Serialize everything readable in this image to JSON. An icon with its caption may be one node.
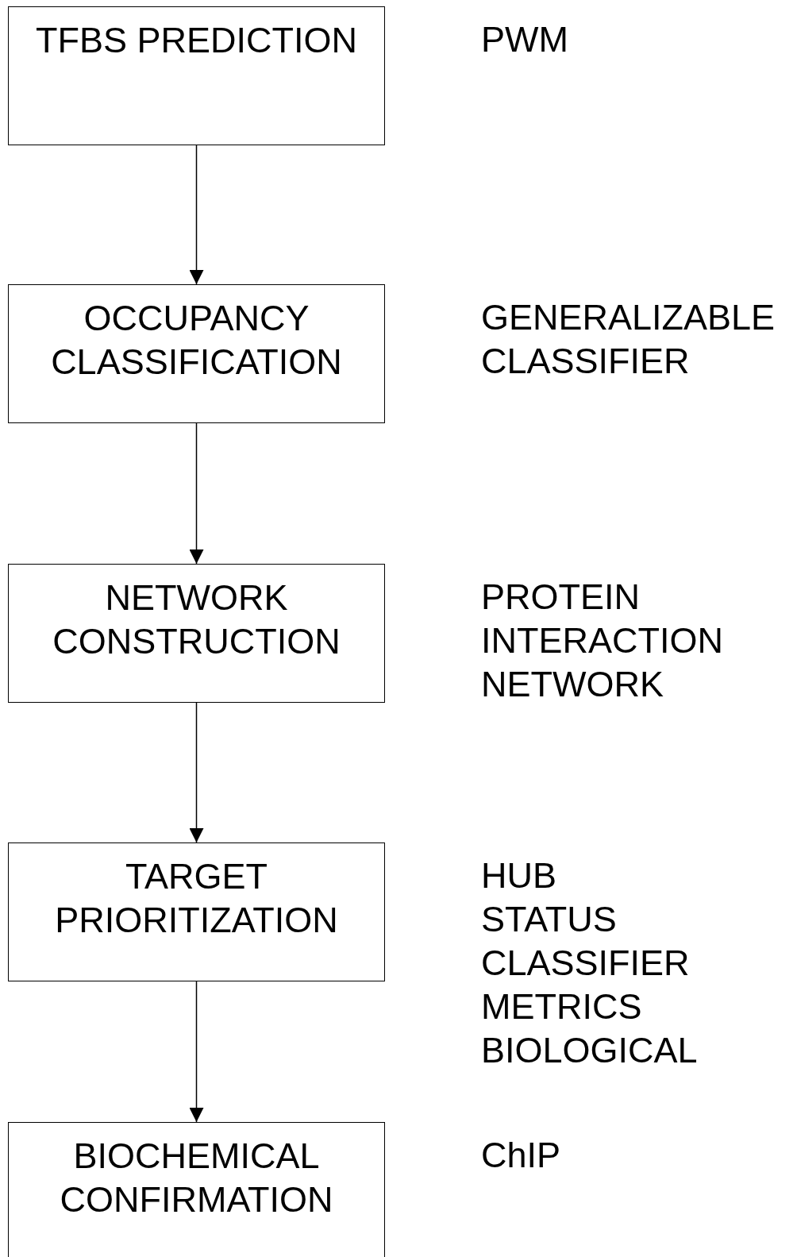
{
  "diagram": {
    "nodes": [
      {
        "text": [
          "TFBS PREDICTION"
        ],
        "beside": [
          "PWM"
        ]
      },
      {
        "text": [
          "OCCUPANCY CLASSIFICATION"
        ],
        "beside": [
          "GENERALIZABLE CLASSIFIER"
        ]
      },
      {
        "text": [
          "NETWORK CONSTRUCTION"
        ],
        "beside": [
          "PROTEIN INTERACTION NETWORK"
        ]
      },
      {
        "text": [
          "TARGET PRIORITIZATION"
        ],
        "beside": [
          "HUB STATUS CLASSIFIER METRICS BIOLOGICAL"
        ]
      },
      {
        "text": [
          "BIOCHEMICAL CONFIRMATION"
        ],
        "beside": [
          "ChIP"
        ]
      }
    ],
    "edges": [
      {
        "from": 0,
        "to": 1,
        "arrow": "to"
      },
      {
        "from": 1,
        "to": 2,
        "arrow": "to"
      },
      {
        "from": 2,
        "to": 3,
        "arrow": "to"
      },
      {
        "from": 3,
        "to": 4,
        "arrow": "to"
      }
    ]
  }
}
